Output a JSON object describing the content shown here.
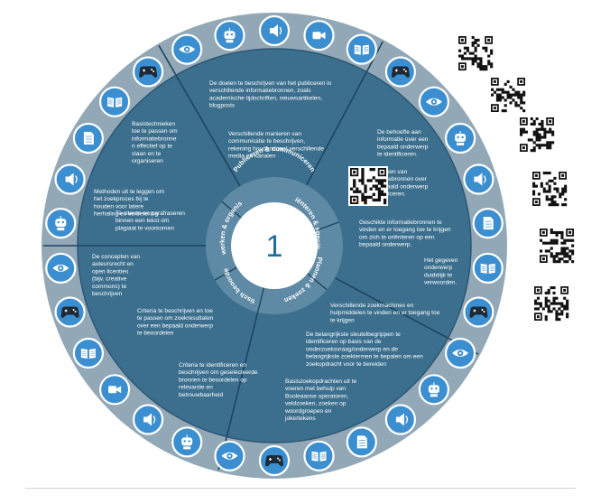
{
  "colors": {
    "outer_ring": "#93a8b6",
    "sector_fill": "#3c6f8e",
    "sector_fill_alt": "#3a6a88",
    "divider": "#1d4560",
    "inner_ring": "#5f8aa5",
    "center_fill": "#ffffff",
    "center_num": "#1f6d99",
    "icon_circle": "#3b8fd0",
    "icon_border": "#ffffff",
    "icon_glyph": "#ffffff"
  },
  "center": {
    "number": "1"
  },
  "categories": [
    {
      "key": "publiceren",
      "line1": "Publiceren &",
      "line2": "communiceren"
    },
    {
      "key": "orienteren",
      "line1": "Oriënteren &",
      "line2": "specificeren"
    },
    {
      "key": "plannen",
      "line1": "Plannen & zoeken",
      "line2": ""
    },
    {
      "key": "kritisch",
      "line1": "Kritisch",
      "line2": "beoordelen"
    },
    {
      "key": "verwerken",
      "line1": "Verwerken &",
      "line2": "organiseren"
    }
  ],
  "texts": {
    "pub_1": [
      "De doelen te beschrijven van het publiceren in",
      "verschillende informatiebronnen, zoals",
      "academische tijdschriften, nieuwsartikelen,",
      "blogposts"
    ],
    "pub_2": [
      "Verschillende manieren van",
      "communicatie  te beschrijven,",
      "rekening houdend met verschillende",
      "media en kanalen"
    ],
    "ori_1": [
      "De behoefte aan",
      "informatie over een",
      "bepaald onderwerp",
      "te identificeren."
    ],
    "ori_2": [
      "Kenmerken van",
      "informatiebronnen over",
      "een bepaald onderwerp",
      "te identificeren."
    ],
    "ori_3": [
      "Geschikte informatiebronnen te",
      "vinden en er toegang  toe te krijgen",
      "om zich te oriënteren op een",
      "bepaald onderwerp."
    ],
    "ori_4": [
      "Het gegeven",
      "onderwerp",
      "duidelijk te",
      "verwoorden."
    ],
    "pla_1": [
      "Verschillende zoekmachines en",
      "hulpmiddelen te vinden en er toegang toe",
      "te krijgen"
    ],
    "pla_2": [
      "De belangrijkste sleutelbegrippen te",
      "identificeren op basis van de",
      "onderzoeksvraag/onderwerp en de",
      "belangrijkste zoektermen te bepalen om een",
      "zoekopdracht voor te bereiden"
    ],
    "pla_3": [
      "Basiszoekopdrachten uit te",
      "voeren met behulp van",
      "Booleaanse operatoren,",
      "veldzoeken, zoeken op",
      "woordgroepen en",
      "jokertekens"
    ],
    "kri_1": [
      "Criteria te beschrijven en toe",
      "te passen om zoekresultaten",
      "over een bepaald onderwerp",
      "te beoordelen"
    ],
    "kri_2": [
      "Criteria te identificeren en",
      "beschrijven om geselecteerde",
      "bronnen te beoordelen op",
      "relevantie en",
      "betrouwbaarheid"
    ],
    "ver_1": [
      "Basistechnieken",
      "toe te passen om",
      "informatiebronne",
      "n effectief op te",
      "slaan en te",
      "organiseren"
    ],
    "ver_2": [
      "Methoden uit te leggen om",
      "het zoekproces bij te",
      "houden voor latere",
      "herhaling en verbetering"
    ],
    "ver_3": [
      "Te citeren en parafraseren",
      "binnen een tekst om",
      "plagiaat te voorkomen"
    ],
    "ver_4": [
      "De concepten van",
      "auteursrecht en",
      "open licenties",
      "(bijv. creative",
      "commons) te",
      "beschrijven"
    ]
  },
  "icons": [
    "speaker-icon",
    "video-camera-icon",
    "book-icon",
    "gamepad-icon",
    "eye-icon",
    "robot-icon",
    "speaker-icon",
    "document-icon",
    "book-icon",
    "gamepad-icon",
    "eye-icon",
    "robot-icon",
    "speaker-icon",
    "document-icon",
    "book-icon",
    "gamepad-icon",
    "eye-icon",
    "robot-icon",
    "speaker-icon",
    "video-camera-icon",
    "book-icon",
    "gamepad-icon",
    "eye-icon",
    "robot-icon",
    "speaker-icon",
    "document-icon",
    "book-icon",
    "gamepad-icon",
    "eye-icon",
    "robot-icon"
  ]
}
